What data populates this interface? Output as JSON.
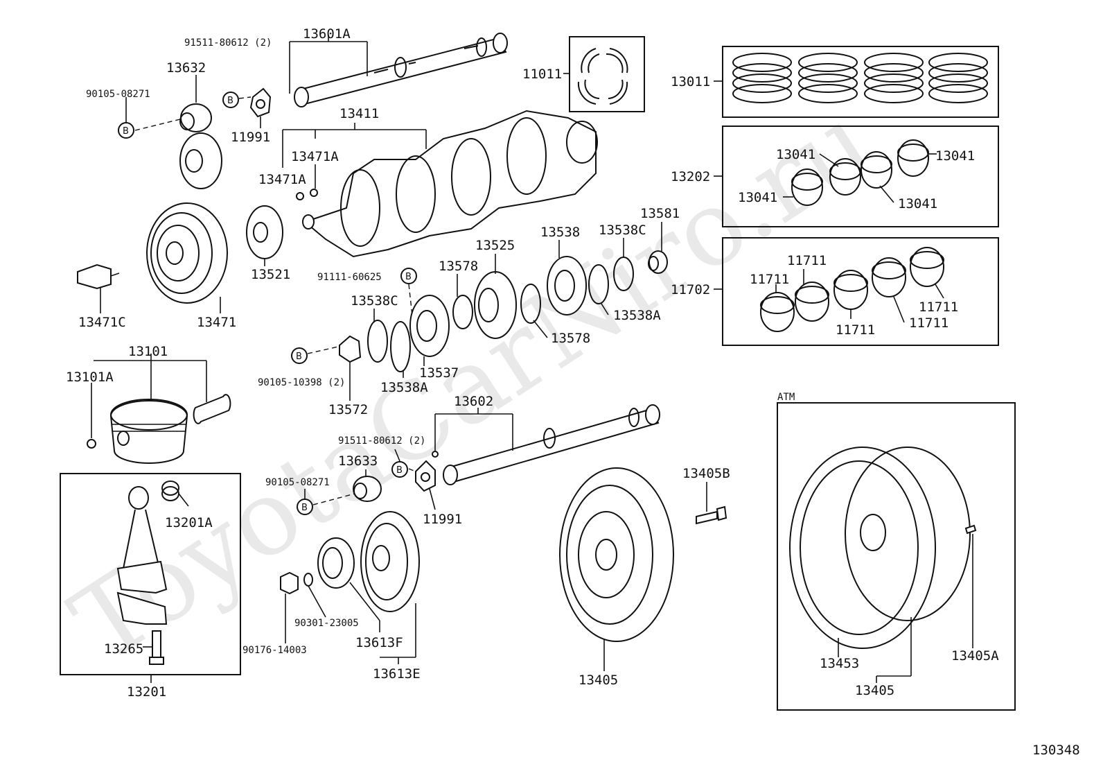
{
  "watermark": "ToyotaCarNiro.ru",
  "diagram_id": "130348",
  "atm_label": "ATM",
  "b_marker": "B",
  "labels": {
    "p13601A": "13601A",
    "p91511_top": "91511-80612 (2)",
    "p13632": "13632",
    "p90105_top": "90105-08271",
    "p11991_top": "11991",
    "p11011": "11011",
    "p13011": "13011",
    "p13411": "13411",
    "p13471A_1": "13471A",
    "p13471A_2": "13471A",
    "p13202": "13202",
    "p13041_a": "13041",
    "p13041_b": "13041",
    "p13041_c": "13041",
    "p13041_d": "13041",
    "p13581": "13581",
    "p13538": "13538",
    "p13538C_top": "13538C",
    "p13525": "13525",
    "p13521": "13521",
    "p13471": "13471",
    "p13471C": "13471C",
    "p91111": "91111-60625",
    "p13578_top": "13578",
    "p13538C_mid": "13538C",
    "p13538A_right": "13538A",
    "p13578_bot": "13578",
    "p11702": "11702",
    "p11711_a": "11711",
    "p11711_b": "11711",
    "p11711_c": "11711",
    "p11711_d": "11711",
    "p11711_e": "11711",
    "p13101": "13101",
    "p13101A": "13101A",
    "p90105_mid": "90105-10398 (2)",
    "p13537": "13537",
    "p13538A_mid": "13538A",
    "p13572": "13572",
    "p13602": "13602",
    "p91511_bot": "91511-80612 (2)",
    "p13633": "13633",
    "p90105_bot": "90105-08271",
    "p11991_bot": "11991",
    "p13405B": "13405B",
    "p13201A": "13201A",
    "p90301": "90301-23005",
    "p90176": "90176-14003",
    "p13613F": "13613F",
    "p13613E": "13613E",
    "p13265": "13265",
    "p13201": "13201",
    "p13405_mid": "13405",
    "p13453": "13453",
    "p13405A": "13405A",
    "p13405_atm": "13405"
  }
}
